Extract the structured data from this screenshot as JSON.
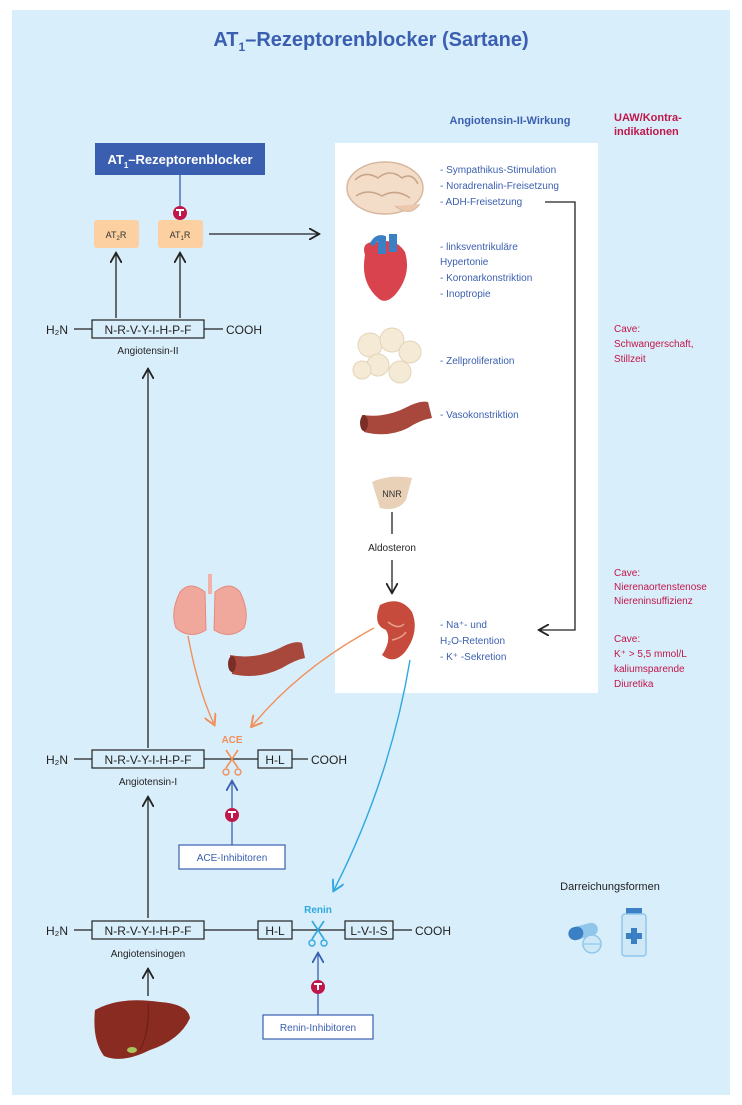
{
  "title_prefix": "AT",
  "title_sub": "1",
  "title_rest": "–Rezeptorenblocker (Sartane)",
  "blocker_box": {
    "prefix": "AT",
    "sub": "1",
    "rest": "–Rezeptorenblocker"
  },
  "receptors": {
    "at2": {
      "prefix": "AT",
      "sub": "2",
      "rest": "R"
    },
    "at1": {
      "prefix": "AT",
      "sub": "1",
      "rest": "R"
    }
  },
  "effects_header": "Angiotensin-II-Wirkung",
  "uaw_header": [
    "UAW/Kontra-",
    "indikationen"
  ],
  "brain_effects": [
    "- Sympathikus-Stimulation",
    "- Noradrenalin-Freisetzung",
    "- ADH-Freisetzung"
  ],
  "heart_effects": [
    "- linksventrikuläre",
    "  Hypertonie",
    "- Koronarkonstriktion",
    "- Inoptropie"
  ],
  "cell_effects": [
    "- Zellproliferation"
  ],
  "vessel_effects": [
    "- Vasokonstriktion"
  ],
  "nnr_label": "NNR",
  "aldosteron_label": "Aldosteron",
  "kidney_effects": [
    "- Na⁺- und",
    "  H₂O-Retention",
    "- K⁺ -Sekretion"
  ],
  "cave_pregnancy": [
    "Cave:",
    "Schwangerschaft,",
    "Stillzeit"
  ],
  "cave_renal": [
    "Cave:",
    "Nierenaortenstenose",
    "Niereninsuffizienz"
  ],
  "cave_potassium": [
    "Cave:",
    "K⁺ > 5,5 mmol/L",
    "kaliumsparende",
    "Diuretika"
  ],
  "angiotensin2": {
    "left": "H₂N",
    "seq": "N-R-V-Y-I-H-P-F",
    "right": "COOH",
    "name": "Angiotensin-II"
  },
  "angiotensin1": {
    "left": "H₂N",
    "seq": "N-R-V-Y-I-H-P-F",
    "frag": "H-L",
    "right": "COOH",
    "name": "Angiotensin-I"
  },
  "angiotensinogen": {
    "left": "H₂N",
    "seq": "N-R-V-Y-I-H-P-F",
    "frag": "H-L",
    "frag2": "L-V-I-S",
    "right": "COOH",
    "name": "Angiotensinogen"
  },
  "ace_label": "ACE",
  "renin_label": "Renin",
  "ace_inhibitors": "ACE-Inhibitoren",
  "renin_inhibitors": "Renin-Inhibitoren",
  "dosage_forms": "Darreichungsformen",
  "colors": {
    "background": "#d9eefb",
    "blue": "#3b5fb0",
    "red": "#c0174a",
    "orange": "#f0905a",
    "cyan": "#2fa8e0",
    "receptor": "#fcd0a0"
  }
}
